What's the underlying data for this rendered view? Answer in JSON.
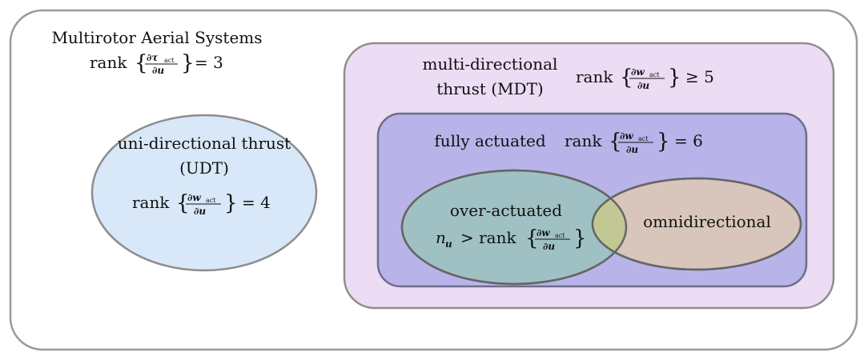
{
  "outer": {
    "title": "Multirotor Aerial Systems",
    "rank_prefix": "rank",
    "num": "∂τ",
    "num_sub": "act",
    "den": "∂u",
    "rel": "= 3"
  },
  "udt": {
    "line1": "uni-directional thrust",
    "line2": "(UDT)",
    "rank_prefix": "rank",
    "num": "∂w",
    "num_sub": "act",
    "den": "∂u",
    "rel": "= 4"
  },
  "mdt": {
    "line1": "multi-directional",
    "line2": "thrust (MDT)",
    "rank_prefix": "rank",
    "num": "∂w",
    "num_sub": "act",
    "den": "∂u",
    "rel": "≥ 5"
  },
  "fully": {
    "label": "fully actuated",
    "rank_prefix": "rank",
    "num": "∂w",
    "num_sub": "act",
    "den": "∂u",
    "rel": "= 6"
  },
  "over": {
    "label": "over-actuated",
    "n": "n",
    "n_sub": "u",
    "gt": "> rank",
    "num": "∂w",
    "num_sub": "act",
    "den": "∂u"
  },
  "omni": {
    "label": "omnidirectional"
  },
  "colors": {
    "outer_stroke": "#9a9a9a",
    "udt_fill": "#d9e8f8",
    "mdt_fill": "#ecdcf4",
    "fully_fill": "#b8b4ea",
    "over_fill": "#9fc1c4",
    "omni_fill": "#d8c6bc",
    "overlap_fill": "#c2c893"
  }
}
